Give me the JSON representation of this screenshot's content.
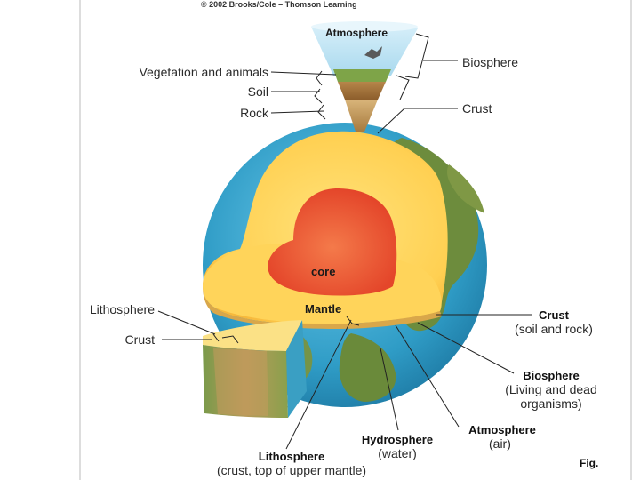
{
  "copyright": "© 2002 Brooks/Cole – Thomson Learning",
  "figure_label": "Fig.",
  "labels": {
    "atmosphere_top": "Atmosphere",
    "vegetation": "Vegetation and animals",
    "soil": "Soil",
    "rock": "Rock",
    "biosphere_top": "Biosphere",
    "crust_top": "Crust",
    "core": "core",
    "mantle": "Mantle",
    "lithosphere_left": "Lithosphere",
    "crust_left": "Crust",
    "crust_right_title": "Crust",
    "crust_right_sub": "(soil and rock)",
    "biosphere_right_title": "Biosphere",
    "biosphere_right_sub1": "(Living and dead",
    "biosphere_right_sub2": "organisms)",
    "atmosphere_bottom_title": "Atmosphere",
    "atmosphere_bottom_sub": "(air)",
    "hydrosphere_title": "Hydrosphere",
    "hydrosphere_sub": "(water)",
    "lithosphere_bottom_title": "Lithosphere",
    "lithosphere_bottom_sub": "(crust, top of upper mantle)"
  },
  "colors": {
    "ocean": "#3aa3c9",
    "land": "#6f8e3e",
    "mantle": "#ffd860",
    "core": "#ee5a36",
    "sky": "#bfe3f3",
    "soil": "#a9753b",
    "rock": "#c9a56d"
  }
}
